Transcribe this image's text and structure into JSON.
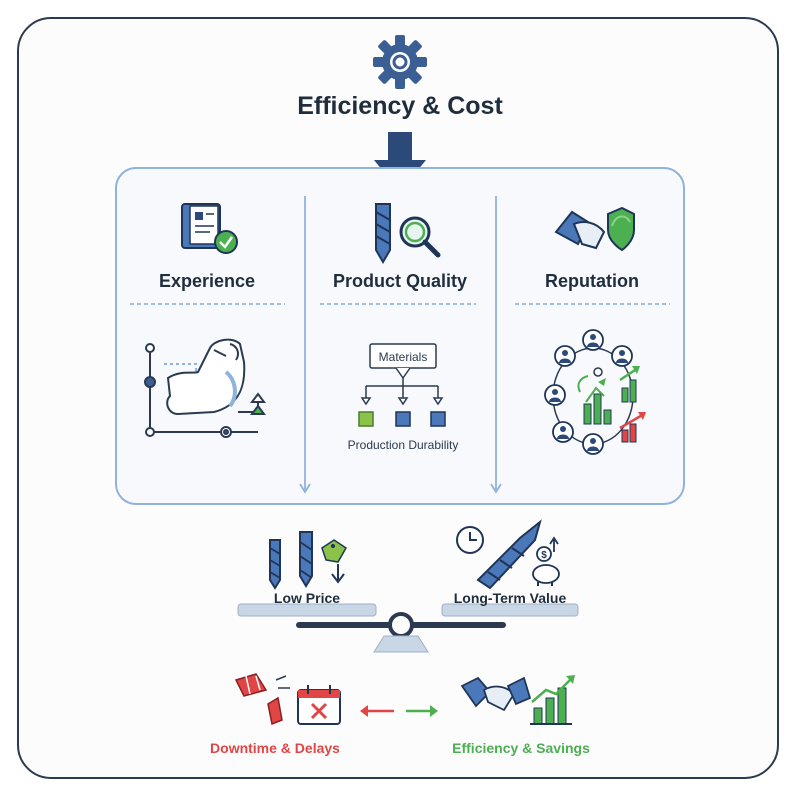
{
  "title": "Efficiency & Cost",
  "columns": [
    {
      "title": "Experience",
      "icon": "manual-check-icon",
      "illustration": "flexed-arm-growth-icon"
    },
    {
      "title": "Product Quality",
      "icon": "drill-bit-magnifier-icon",
      "illustration": "quality-flowchart",
      "flow": {
        "root": "Materials",
        "caption": "Production Durability"
      }
    },
    {
      "title": "Reputation",
      "icon": "handshake-shield-icon",
      "illustration": "customer-network-growth-icon"
    }
  ],
  "scale": {
    "left": "Low Price",
    "right": "Long-Term Value"
  },
  "outcomes": {
    "negative": "Downtime & Delays",
    "positive": "Efficiency & Savings"
  },
  "colors": {
    "navy": "#2b4a7a",
    "blue": "#4a78b8",
    "light_blue": "#8fb3dc",
    "green": "#4caf50",
    "red": "#e14646",
    "frame": "#2b3a52"
  }
}
